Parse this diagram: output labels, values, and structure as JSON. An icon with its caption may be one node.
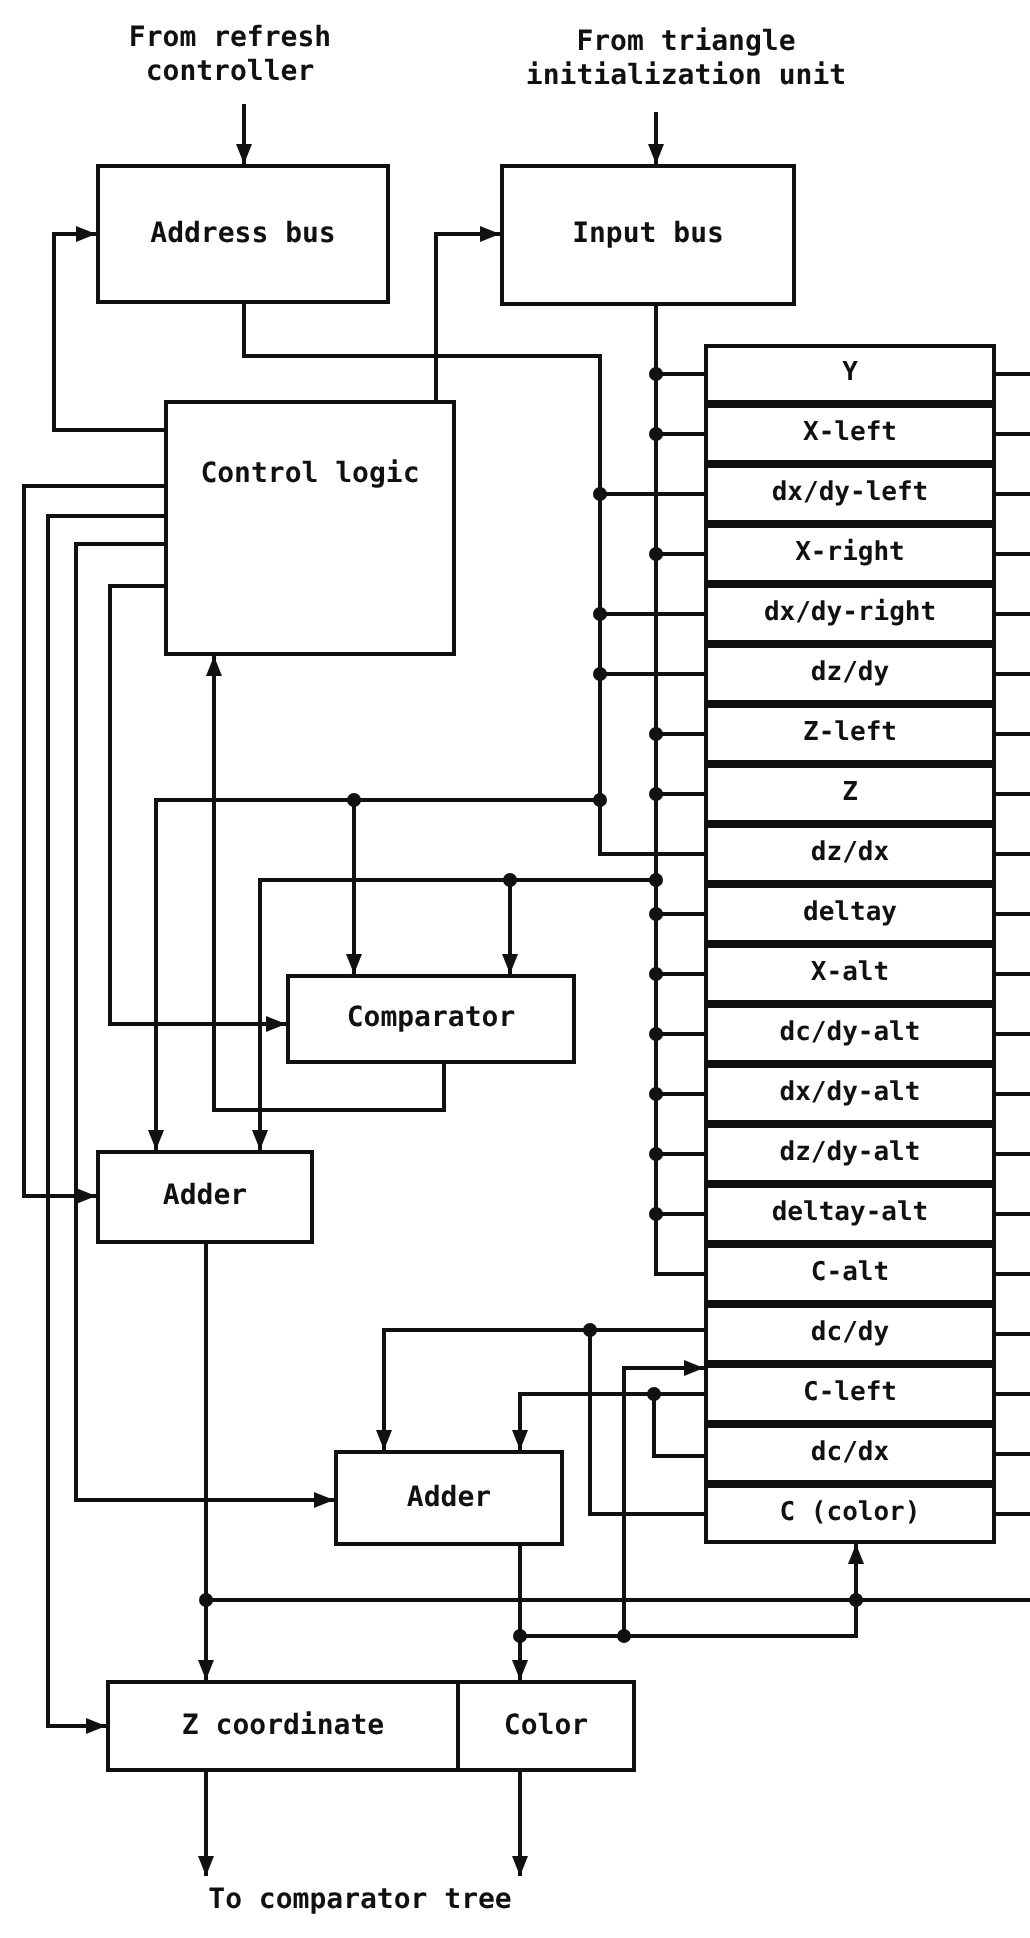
{
  "diagram": {
    "nodes": [
      {
        "text": [
          "From refresh controller"
        ]
      },
      {
        "text": [
          "From triangle initialization unit"
        ]
      },
      {
        "text": [
          "Address bus"
        ]
      },
      {
        "text": [
          "Input bus"
        ]
      },
      {
        "text": [
          "Control logic"
        ]
      },
      {
        "text": [],
        "shape": "box"
      },
      {
        "text": [
          "Y"
        ],
        "in": 5
      },
      {
        "text": [
          "X-left"
        ],
        "in": 5
      },
      {
        "text": [
          "dx/dy-left"
        ],
        "in": 5
      },
      {
        "text": [
          "X-right"
        ],
        "in": 5
      },
      {
        "text": [
          "dx/dy-right"
        ],
        "in": 5
      },
      {
        "text": [
          "dz/dy"
        ],
        "in": 5
      },
      {
        "text": [
          "Z-left"
        ],
        "in": 5
      },
      {
        "text": [
          "Z"
        ],
        "in": 5
      },
      {
        "text": [
          "dz/dx"
        ],
        "in": 5
      },
      {
        "text": [
          "deltay"
        ],
        "in": 5
      },
      {
        "text": [
          "X-alt"
        ],
        "in": 5
      },
      {
        "text": [
          "dc/dy-alt"
        ],
        "in": 5
      },
      {
        "text": [
          "dx/dy-alt"
        ],
        "in": 5
      },
      {
        "text": [
          "dz/dy-alt"
        ],
        "in": 5
      },
      {
        "text": [
          "deltay-alt"
        ],
        "in": 5
      },
      {
        "text": [
          "C-alt"
        ],
        "in": 5
      },
      {
        "text": [
          "dc/dy"
        ],
        "in": 5
      },
      {
        "text": [
          "C-left"
        ],
        "in": 5
      },
      {
        "text": [
          "dc/dx"
        ],
        "in": 5
      },
      {
        "text": [
          "C (color)"
        ],
        "in": 5
      },
      {
        "text": [
          "Comparator"
        ]
      },
      {
        "text": [
          "Adder"
        ]
      },
      {
        "text": [
          "Adder"
        ]
      },
      {
        "text": [
          "Z coordinate"
        ]
      },
      {
        "text": [
          "Color"
        ]
      },
      {
        "text": [
          "To comparator tree"
        ]
      }
    ],
    "edges": [
      {
        "from": 0,
        "to": 2,
        "arrow": "to"
      },
      {
        "from": 1,
        "to": 3,
        "arrow": "to"
      },
      {
        "from": 4,
        "to": 2,
        "arrow": "to"
      },
      {
        "from": 4,
        "to": 3,
        "arrow": "to"
      },
      {
        "from": 2,
        "to": 8,
        "arrow": "none"
      },
      {
        "from": 2,
        "to": 10,
        "arrow": "none"
      },
      {
        "from": 2,
        "to": 11,
        "arrow": "none"
      },
      {
        "from": 2,
        "to": 14,
        "arrow": "none"
      },
      {
        "from": 3,
        "to": 6,
        "arrow": "none"
      },
      {
        "from": 3,
        "to": 7,
        "arrow": "none"
      },
      {
        "from": 3,
        "to": 9,
        "arrow": "none"
      },
      {
        "from": 3,
        "to": 12,
        "arrow": "none"
      },
      {
        "from": 3,
        "to": 13,
        "arrow": "none"
      },
      {
        "from": 3,
        "to": 15,
        "arrow": "none"
      },
      {
        "from": 3,
        "to": 16,
        "arrow": "none"
      },
      {
        "from": 3,
        "to": 17,
        "arrow": "none"
      },
      {
        "from": 3,
        "to": 18,
        "arrow": "none"
      },
      {
        "from": 3,
        "to": 19,
        "arrow": "none"
      },
      {
        "from": 3,
        "to": 20,
        "arrow": "none"
      },
      {
        "from": 3,
        "to": 21,
        "arrow": "none"
      },
      {
        "from": 2,
        "to": 26,
        "arrow": "to"
      },
      {
        "from": 2,
        "to": 27,
        "arrow": "to"
      },
      {
        "from": 3,
        "to": 26,
        "arrow": "to"
      },
      {
        "from": 3,
        "to": 27,
        "arrow": "to"
      },
      {
        "from": 4,
        "to": 27,
        "arrow": "to"
      },
      {
        "from": 4,
        "to": 29,
        "arrow": "to"
      },
      {
        "from": 4,
        "to": 28,
        "arrow": "to"
      },
      {
        "from": 4,
        "to": 26,
        "arrow": "to"
      },
      {
        "from": 26,
        "to": 4,
        "arrow": "to"
      },
      {
        "from": 27,
        "to": 29,
        "arrow": "to"
      },
      {
        "from": 27,
        "to": null,
        "arrow": "none"
      },
      {
        "from": 22,
        "to": 28,
        "arrow": "to"
      },
      {
        "from": 23,
        "to": 28,
        "arrow": "to"
      },
      {
        "from": 24,
        "to": 23,
        "arrow": "none"
      },
      {
        "from": 22,
        "to": 25,
        "arrow": "none"
      },
      {
        "from": 28,
        "to": 30,
        "arrow": "to"
      },
      {
        "from": 28,
        "to": 25,
        "arrow": "to"
      },
      {
        "from": 28,
        "to": 23,
        "arrow": "to"
      },
      {
        "from": 29,
        "to": 31,
        "arrow": "to"
      },
      {
        "from": 30,
        "to": 31,
        "arrow": "to"
      }
    ]
  }
}
